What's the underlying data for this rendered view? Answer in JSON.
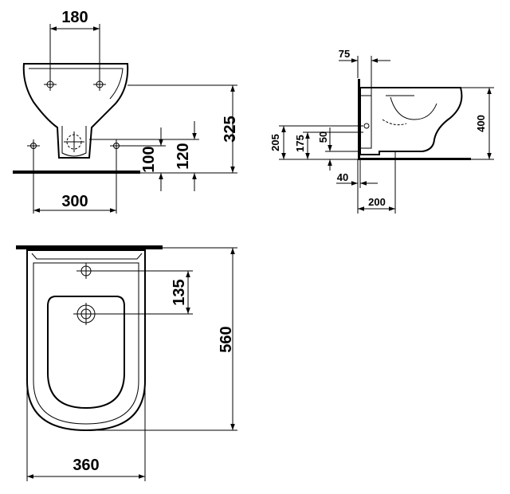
{
  "diagram": {
    "front_view": {
      "dimensions": {
        "fixing_hole_spacing": "180",
        "bolt_spacing": "300",
        "height_overall": "325",
        "bolt_height_lower": "100",
        "bolt_height_upper": "120"
      }
    },
    "side_view": {
      "dimensions": {
        "wall_offset": "75",
        "total_height": "400",
        "height_205": "205",
        "height_175": "175",
        "height_50": "50",
        "offset_40": "40",
        "depth_200": "200"
      }
    },
    "top_view": {
      "dimensions": {
        "tap_hole_to_drain": "135",
        "length": "560",
        "width": "360"
      }
    }
  }
}
